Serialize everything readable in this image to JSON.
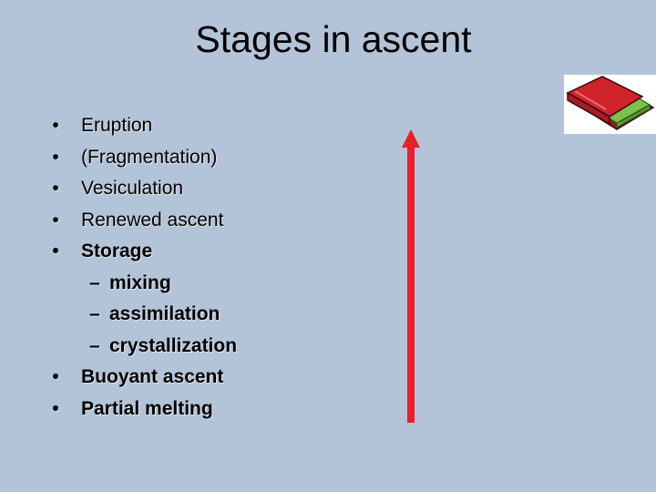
{
  "slide": {
    "title": "Stages in ascent",
    "bullets": [
      {
        "type": "bullet",
        "label": "Eruption",
        "style": "plain"
      },
      {
        "type": "bullet",
        "label": "(Fragmentation)",
        "style": "plain"
      },
      {
        "type": "bullet",
        "label": "Vesiculation",
        "style": "plain"
      },
      {
        "type": "bullet",
        "label": "Renewed ascent",
        "style": "plain"
      },
      {
        "type": "bullet",
        "label": "Storage",
        "style": "bold"
      },
      {
        "type": "sub",
        "label": "mixing",
        "style": "bold"
      },
      {
        "type": "sub",
        "label": "assimilation",
        "style": "bold"
      },
      {
        "type": "sub",
        "label": "crystallization",
        "style": "bold"
      },
      {
        "type": "bullet",
        "label": "Buoyant ascent",
        "style": "bold"
      },
      {
        "type": "bullet",
        "label": "Partial melting",
        "style": "bold"
      }
    ],
    "bullet_glyph": "•",
    "sub_glyph": "–",
    "colors": {
      "background": "#b4c4d8",
      "arrow": "#e8202a",
      "book_cover": "#c8202a",
      "book_pages": "#7ac24a"
    },
    "icons": [
      "up-arrow",
      "book-icon"
    ]
  }
}
